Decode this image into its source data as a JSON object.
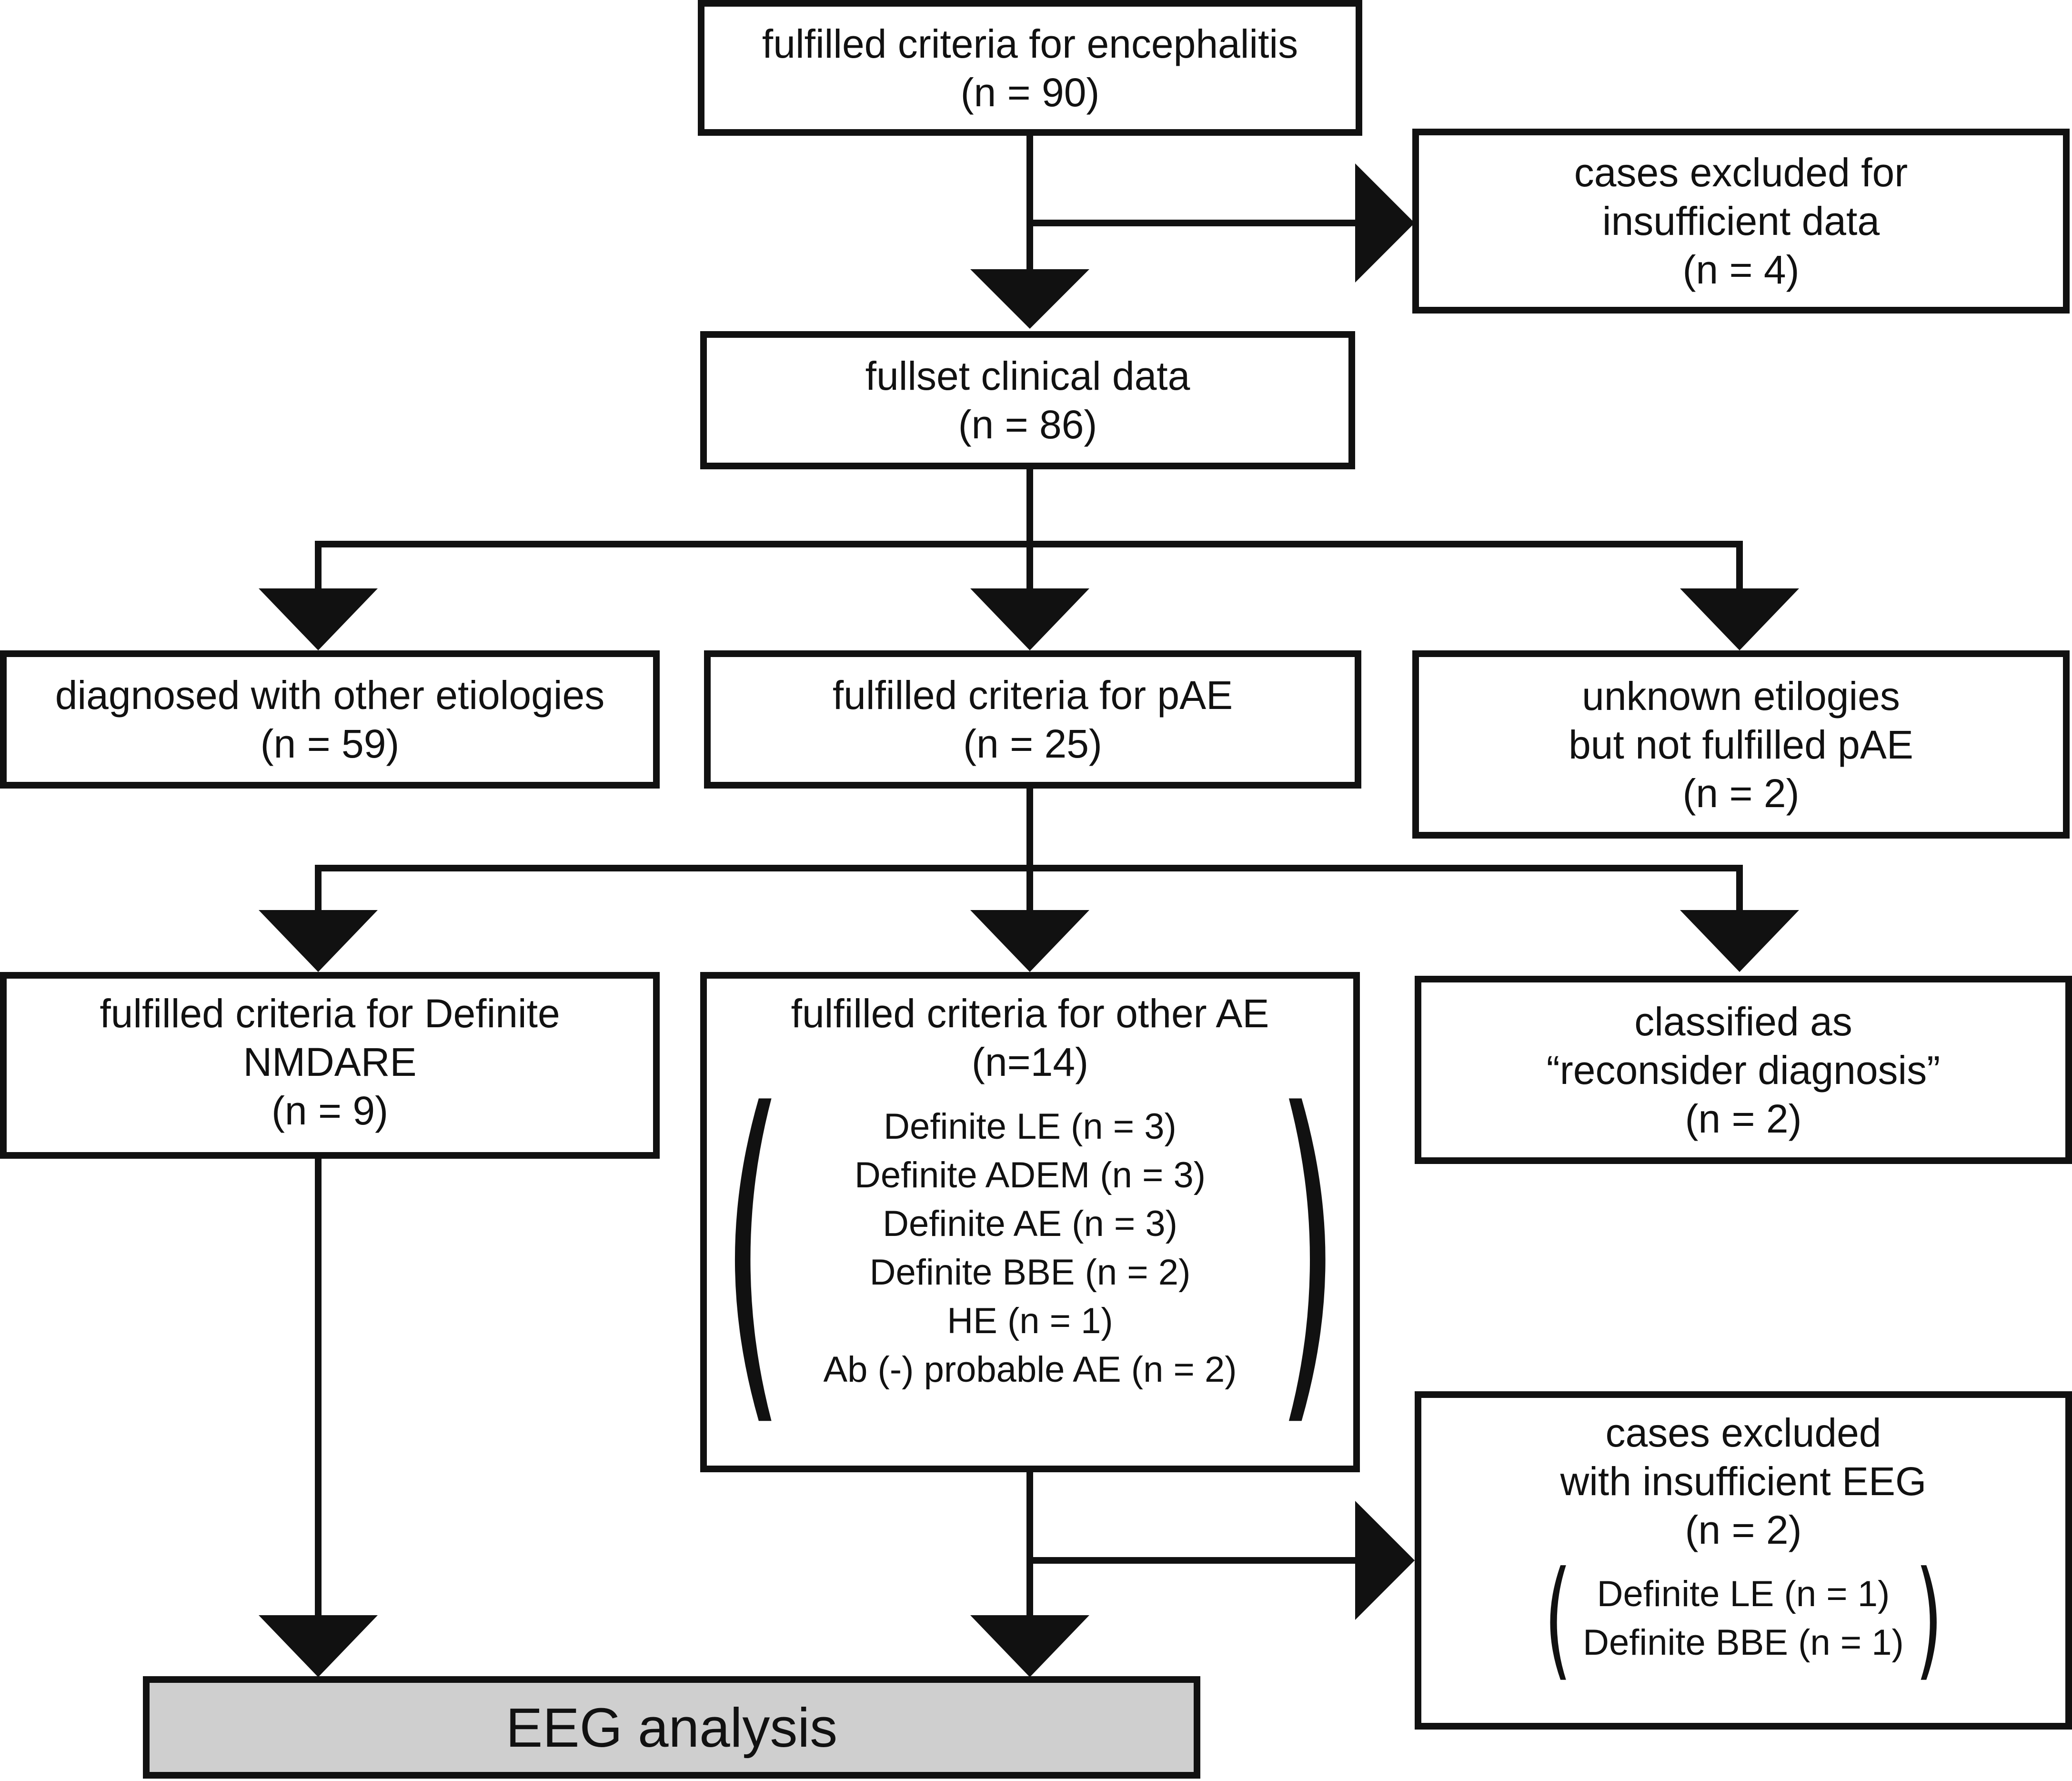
{
  "nodes": {
    "encephalitis": {
      "lines": [
        "fulfilled criteria for encephalitis",
        "(n = 90)"
      ]
    },
    "excluded_insufficient": {
      "lines": [
        "cases excluded for",
        "insufficient data",
        "(n = 4)"
      ]
    },
    "fullset": {
      "lines": [
        "fullset clinical data",
        "(n = 86)"
      ]
    },
    "other_etiologies": {
      "lines": [
        "diagnosed with other etiologies",
        "(n = 59)"
      ]
    },
    "pae": {
      "lines": [
        "fulfilled criteria for pAE",
        "(n = 25)"
      ]
    },
    "unknown_etiologies": {
      "lines": [
        "unknown etilogies",
        "but not fulfilled pAE",
        "(n = 2)"
      ]
    },
    "nmdare": {
      "lines": [
        "fulfilled criteria for Definite",
        "NMDARE",
        "(n = 9)"
      ]
    },
    "other_ae": {
      "lines": [
        "fulfilled criteria for other AE",
        "(n=14)"
      ],
      "details": [
        "Definite LE (n = 3)",
        "Definite ADEM (n = 3)",
        "Definite AE (n = 3)",
        "Definite BBE (n = 2)",
        "HE (n = 1)",
        "Ab (-) probable AE (n = 2)"
      ]
    },
    "reconsider": {
      "lines": [
        "classified as",
        "“reconsider diagnosis”",
        "(n = 2)"
      ]
    },
    "excluded_eeg": {
      "lines": [
        "cases excluded",
        "with insufficient EEG",
        "(n = 2)"
      ],
      "details": [
        "Definite LE (n = 1)",
        "Definite BBE (n = 1)"
      ]
    },
    "eeg_analysis": {
      "label": "EEG analysis"
    }
  },
  "colors": {
    "stroke": "#111111",
    "final_box_fill": "#cfcfcf",
    "box_fill": "#ffffff"
  }
}
